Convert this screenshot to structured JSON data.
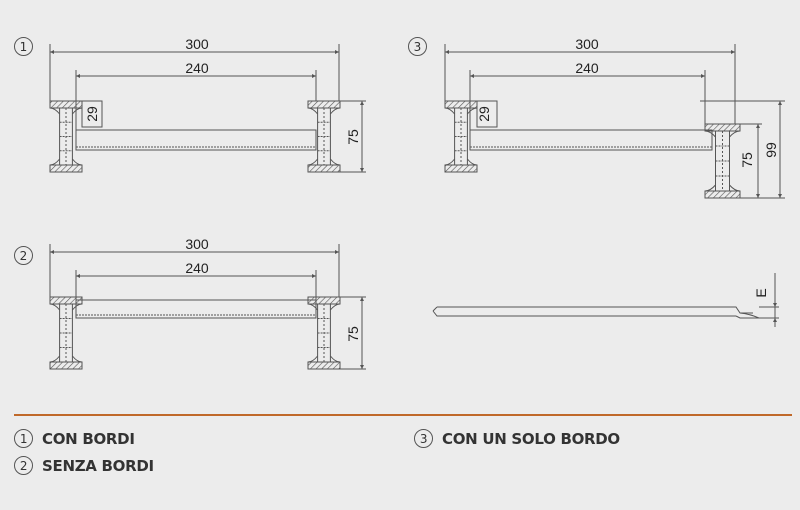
{
  "diagrams": [
    {
      "number": "1",
      "dim_total": "300",
      "dim_inner": "240",
      "dim_edge": "29",
      "dim_height": "75"
    },
    {
      "number": "2",
      "dim_total": "300",
      "dim_inner": "240",
      "dim_height": "75"
    },
    {
      "number": "3",
      "dim_total": "300",
      "dim_inner": "240",
      "dim_edge": "29",
      "dim_height": "75",
      "dim_height_total": "99"
    }
  ],
  "ramp": {
    "dim_label": "E"
  },
  "legend": [
    {
      "number": "1",
      "label": "CON BORDI"
    },
    {
      "number": "2",
      "label": "SENZA BORDI"
    },
    {
      "number": "3",
      "label": "CON UN SOLO BORDO"
    }
  ],
  "colors": {
    "accent": "#c0692a",
    "background": "#ececec",
    "line": "#444444"
  }
}
